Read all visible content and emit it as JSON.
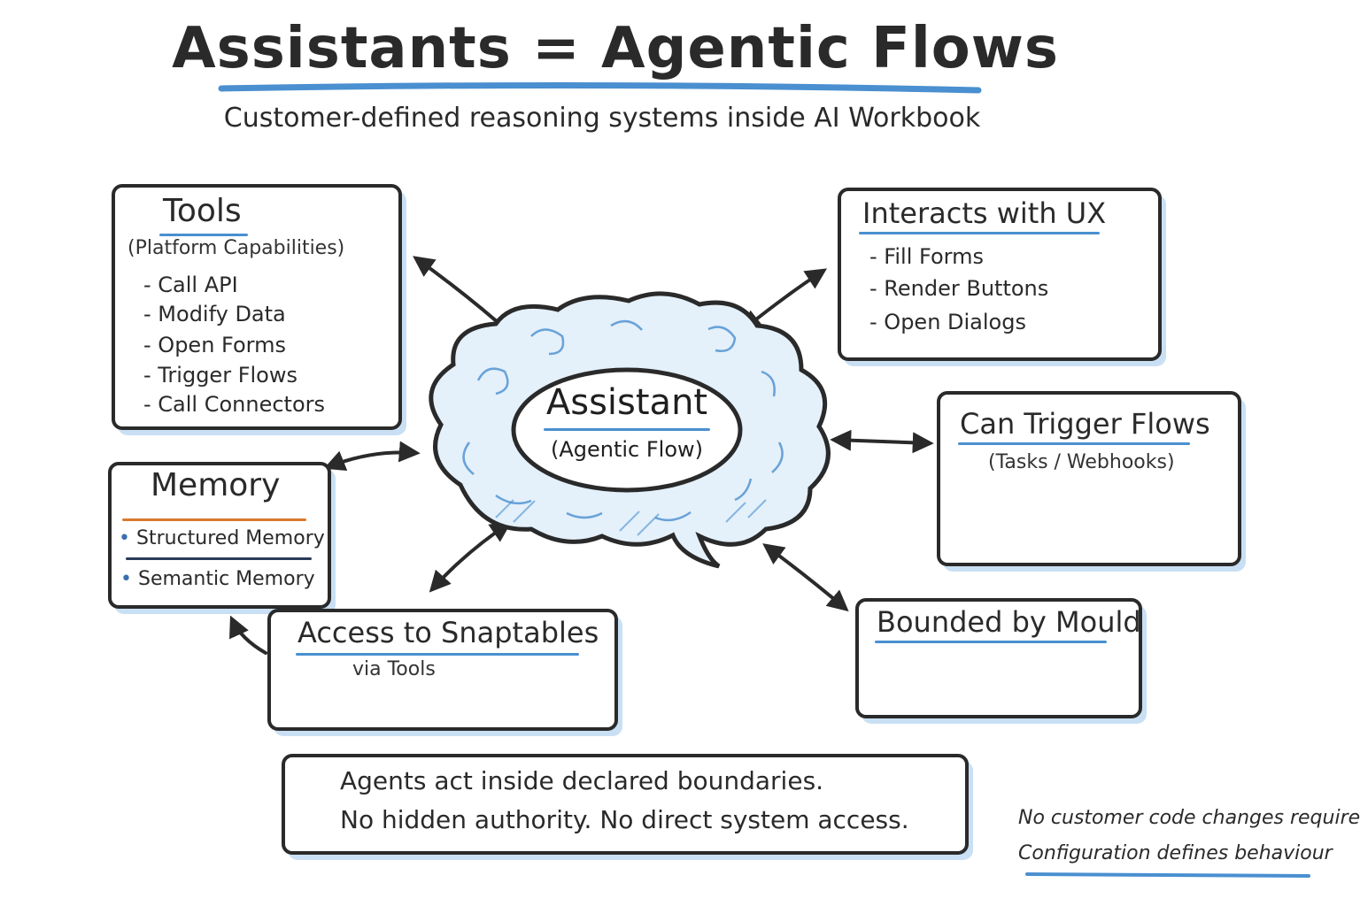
{
  "header": {
    "title": "Assistants = Agentic Flows",
    "subtitle": "Customer-defined reasoning systems inside AI Workbook"
  },
  "center": {
    "title": "Assistant",
    "subtitle": "(Agentic Flow)"
  },
  "tools": {
    "title": "Tools",
    "subtitle": "(Platform Capabilities)",
    "items": [
      "Call API",
      "Modify Data",
      "Open Forms",
      "Trigger Flows",
      "Call Connectors"
    ]
  },
  "memory": {
    "title": "Memory",
    "items": [
      "Structured Memory",
      "Semantic Memory"
    ]
  },
  "snaptables": {
    "title": "Access to Snaptables",
    "subtitle": "via Tools"
  },
  "ux": {
    "title": "Interacts with UX",
    "items": [
      "Fill Forms",
      "Render Buttons",
      "Open Dialogs"
    ]
  },
  "flows": {
    "title": "Can Trigger Flows",
    "subtitle": "(Tasks / Webhooks)"
  },
  "mould": {
    "title": "Bounded by Mould"
  },
  "footer": {
    "line1": "Agents act inside declared boundaries.",
    "line2": "No hidden authority. No direct system access."
  },
  "notes": {
    "line1": "No customer code changes required",
    "line2": "Configuration defines behaviour"
  },
  "colors": {
    "ink": "#2a2a2a",
    "accent_blue": "#4a8fd0",
    "accent_orange": "#d87a2e",
    "shadow_blue": "#c9e0f4"
  }
}
